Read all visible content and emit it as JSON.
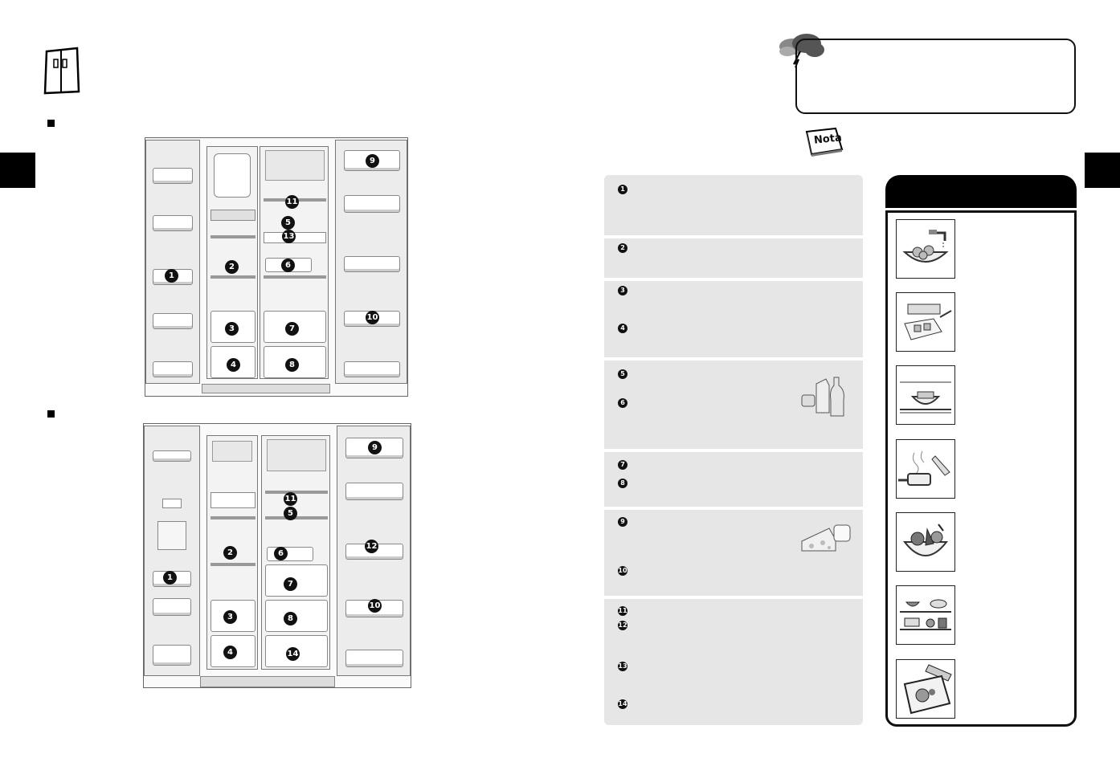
{
  "bullets": [
    "1",
    "2",
    "3",
    "4",
    "5",
    "6",
    "7",
    "8",
    "9",
    "10",
    "11",
    "12",
    "13",
    "14"
  ],
  "nota_label": "Nota",
  "colors": {
    "panel_bg": "#e6e6e6",
    "accent": "#000000",
    "frame": "#222222"
  },
  "icons": [
    "fridge-icon",
    "storm-cloud-icon",
    "nota-book-icon",
    "bowl-faucet-icon",
    "cutting-board-icon",
    "shelf-dish-icon",
    "steaming-pot-icon",
    "fruit-bowl-icon",
    "food-shelf-icon",
    "zip-bag-icon",
    "groceries-icon",
    "cheese-icon"
  ]
}
